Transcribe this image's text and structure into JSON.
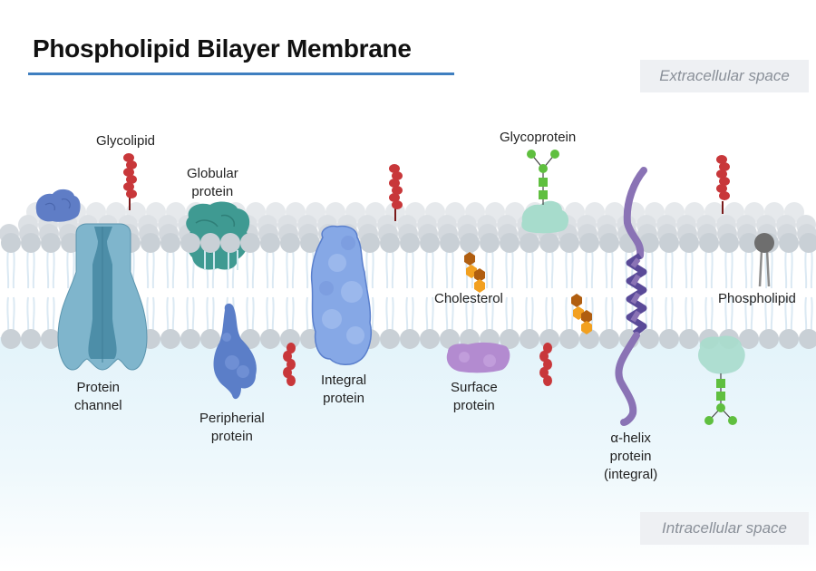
{
  "title": "Phospholipid Bilayer Membrane",
  "regions": {
    "extracellular": "Extracellular space",
    "intracellular": "Intracellular space"
  },
  "labels": {
    "glycolipid": "Glycolipid",
    "globular_protein": [
      "Globular",
      "protein"
    ],
    "glycoprotein": "Glycoprotein",
    "cholesterol": "Cholesterol",
    "phospholipid": "Phospholipid",
    "protein_channel": [
      "Protein",
      "channel"
    ],
    "peripheral_protein": [
      "Peripherial",
      "protein"
    ],
    "integral_protein": [
      "Integral",
      "protein"
    ],
    "surface_protein": [
      "Surface",
      "protein"
    ],
    "alpha_helix_protein": [
      "α-helix",
      "protein",
      "(integral)"
    ]
  },
  "colors": {
    "title_rule": "#3f7fc0",
    "head_group": "#c9d0d6",
    "tail": "#dbe9f3",
    "glycolipid": "#c8373a",
    "protein_channel": "#7fb5cc",
    "protein_channel_dark": "#4d8ea8",
    "globular_protein": "#3f9a92",
    "glycoprotein": "#a7dccc",
    "sugar": "#5fbf3f",
    "cholesterol_dark": "#b05e10",
    "cholesterol_light": "#f2a020",
    "integral_protein": "#86a8e6",
    "peripheral_protein": "#5b7ec8",
    "surface_protein": "#b38bd0",
    "alpha_helix": "#8a73b5",
    "phospholipid_head": "#6e6e6e"
  }
}
